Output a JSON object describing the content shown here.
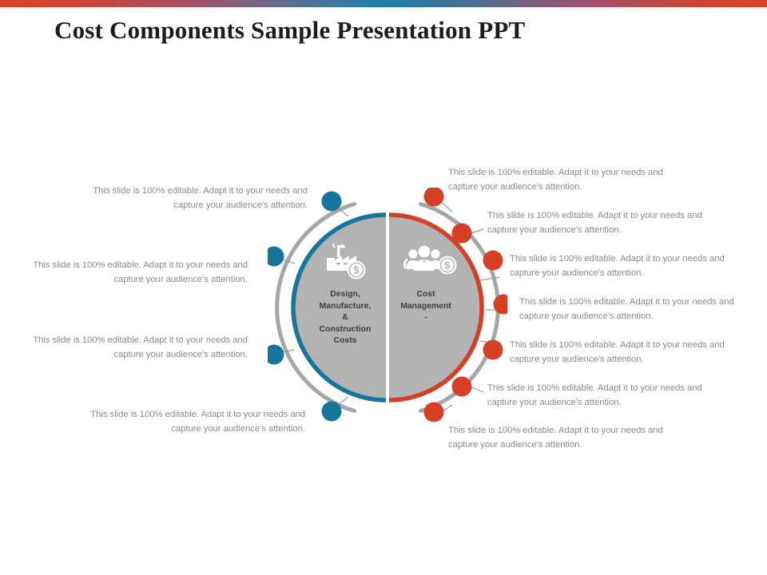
{
  "slide": {
    "title": "Cost Components Sample Presentation PPT",
    "background_color": "#ffffff",
    "accent_blue": "#17759c",
    "accent_red": "#d43f26",
    "ring_gray": "#a6a6a6",
    "core_gray": "#b3b3b3",
    "text_gray": "#8a8a8a",
    "title_color": "#1c1c1c"
  },
  "top_bar": {
    "name": "decorative-gradient-bar",
    "gradient_from": "#d8442a",
    "gradient_mid": "#1b7fa4",
    "gradient_to": "#d8442a"
  },
  "diagram": {
    "type": "two-half-circle-radial-callout",
    "left_half": {
      "label": "Design,\nManufacture,\n&\nConstruction\nCosts",
      "label_lines": [
        "Design,",
        "Manufacture,",
        "&",
        "Construction",
        "Costs"
      ],
      "icon": "factory-dollar-icon",
      "arc_color": "#17759c",
      "dot_count": 4
    },
    "right_half": {
      "label": "Cost\nManagement\n-",
      "label_lines": [
        "Cost",
        "Management",
        "-"
      ],
      "icon": "people-dollar-icon",
      "arc_color": "#d43f26",
      "dot_count": 7
    }
  },
  "notes": {
    "body": "This slide is 100% editable. Adapt it to your needs and capture your audience's attention.",
    "left": [
      "This slide is 100% editable. Adapt it to your needs and capture your audience's attention.",
      "This slide is 100% editable. Adapt it to your needs and capture your audience's attention.",
      "This slide is 100% editable. Adapt it to your needs and capture your audience's attention.",
      "This slide is 100% editable. Adapt it to your needs and capture your audience's attention."
    ],
    "right": [
      "This slide is 100% editable. Adapt it to your needs and capture your audience's attention.",
      "This slide is 100% editable. Adapt it to your needs and capture your audience's attention.",
      "This slide is 100% editable. Adapt it to your needs and capture your audience's attention.",
      "This slide is 100% editable. Adapt it to your needs and capture your audience's attention.",
      "This slide is 100% editable. Adapt it to your needs and capture your audience's attention.",
      "This slide is 100% editable. Adapt it to your needs and capture your audience's attention.",
      "This slide is 100% editable. Adapt it to your needs and capture your audience's attention."
    ]
  },
  "labels": {
    "left_core": "Design, Manufacture, & Construction Costs",
    "right_core": "Cost Management -"
  }
}
